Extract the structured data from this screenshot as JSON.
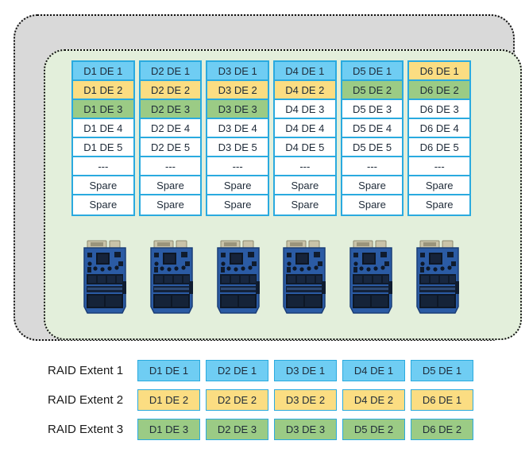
{
  "colors": {
    "blue": "#6FCDF3",
    "yellow": "#FBDD82",
    "green": "#9BCB85",
    "cell_border": "#2AAADF",
    "cell_text": "#1e2a38",
    "outer_fill": "#D9D9D9",
    "inner_fill": "#E3EFDB"
  },
  "pool": {
    "columns": [
      {
        "drive": "d1",
        "cells": [
          {
            "label": "D1 DE 1",
            "color": "blue"
          },
          {
            "label": "D1 DE 2",
            "color": "yellow"
          },
          {
            "label": "D1 DE 3",
            "color": "green"
          },
          {
            "label": "D1 DE 4",
            "color": "white"
          },
          {
            "label": "D1 DE 5",
            "color": "white"
          },
          {
            "label": "---",
            "color": "white"
          },
          {
            "label": "Spare",
            "color": "white"
          },
          {
            "label": "Spare",
            "color": "white"
          }
        ]
      },
      {
        "drive": "d2",
        "cells": [
          {
            "label": "D2 DE 1",
            "color": "blue"
          },
          {
            "label": "D2 DE 2",
            "color": "yellow"
          },
          {
            "label": "D2 DE 3",
            "color": "green"
          },
          {
            "label": "D2 DE 4",
            "color": "white"
          },
          {
            "label": "D2 DE 5",
            "color": "white"
          },
          {
            "label": "---",
            "color": "white"
          },
          {
            "label": "Spare",
            "color": "white"
          },
          {
            "label": "Spare",
            "color": "white"
          }
        ]
      },
      {
        "drive": "d3",
        "cells": [
          {
            "label": "D3 DE 1",
            "color": "blue"
          },
          {
            "label": "D3 DE 2",
            "color": "yellow"
          },
          {
            "label": "D3 DE 3",
            "color": "green"
          },
          {
            "label": "D3 DE 4",
            "color": "white"
          },
          {
            "label": "D3 DE 5",
            "color": "white"
          },
          {
            "label": "---",
            "color": "white"
          },
          {
            "label": "Spare",
            "color": "white"
          },
          {
            "label": "Spare",
            "color": "white"
          }
        ]
      },
      {
        "drive": "d4",
        "cells": [
          {
            "label": "D4 DE 1",
            "color": "blue"
          },
          {
            "label": "D4 DE 2",
            "color": "yellow"
          },
          {
            "label": "D4 DE 3",
            "color": "white"
          },
          {
            "label": "D4 DE 4",
            "color": "white"
          },
          {
            "label": "D4 DE 5",
            "color": "white"
          },
          {
            "label": "---",
            "color": "white"
          },
          {
            "label": "Spare",
            "color": "white"
          },
          {
            "label": "Spare",
            "color": "white"
          }
        ]
      },
      {
        "drive": "d5",
        "cells": [
          {
            "label": "D5 DE 1",
            "color": "blue"
          },
          {
            "label": "D5 DE 2",
            "color": "green"
          },
          {
            "label": "D5 DE 3",
            "color": "white"
          },
          {
            "label": "D5 DE 4",
            "color": "white"
          },
          {
            "label": "D5 DE 5",
            "color": "white"
          },
          {
            "label": "---",
            "color": "white"
          },
          {
            "label": "Spare",
            "color": "white"
          },
          {
            "label": "Spare",
            "color": "white"
          }
        ]
      },
      {
        "drive": "d6",
        "cells": [
          {
            "label": "D6 DE 1",
            "color": "yellow"
          },
          {
            "label": "D6 DE 2",
            "color": "green"
          },
          {
            "label": "D6 DE 3",
            "color": "white"
          },
          {
            "label": "D6 DE 4",
            "color": "white"
          },
          {
            "label": "D6 DE 5",
            "color": "white"
          },
          {
            "label": "---",
            "color": "white"
          },
          {
            "label": "Spare",
            "color": "white"
          },
          {
            "label": "Spare",
            "color": "white"
          }
        ]
      }
    ]
  },
  "raid_extents": [
    {
      "label": "RAID Extent 1",
      "color": "blue",
      "cells": [
        "D1 DE 1",
        "D2 DE 1",
        "D3 DE 1",
        "D4 DE 1",
        "D5 DE 1"
      ]
    },
    {
      "label": "RAID Extent 2",
      "color": "yellow",
      "cells": [
        "D1 DE 2",
        "D2 DE 2",
        "D3 DE 2",
        "D4 DE 2",
        "D6 DE 1"
      ]
    },
    {
      "label": "RAID Extent 3",
      "color": "green",
      "cells": [
        "D1 DE 3",
        "D2 DE 3",
        "D3 DE 3",
        "D5 DE 2",
        "D6 DE 2"
      ]
    }
  ]
}
